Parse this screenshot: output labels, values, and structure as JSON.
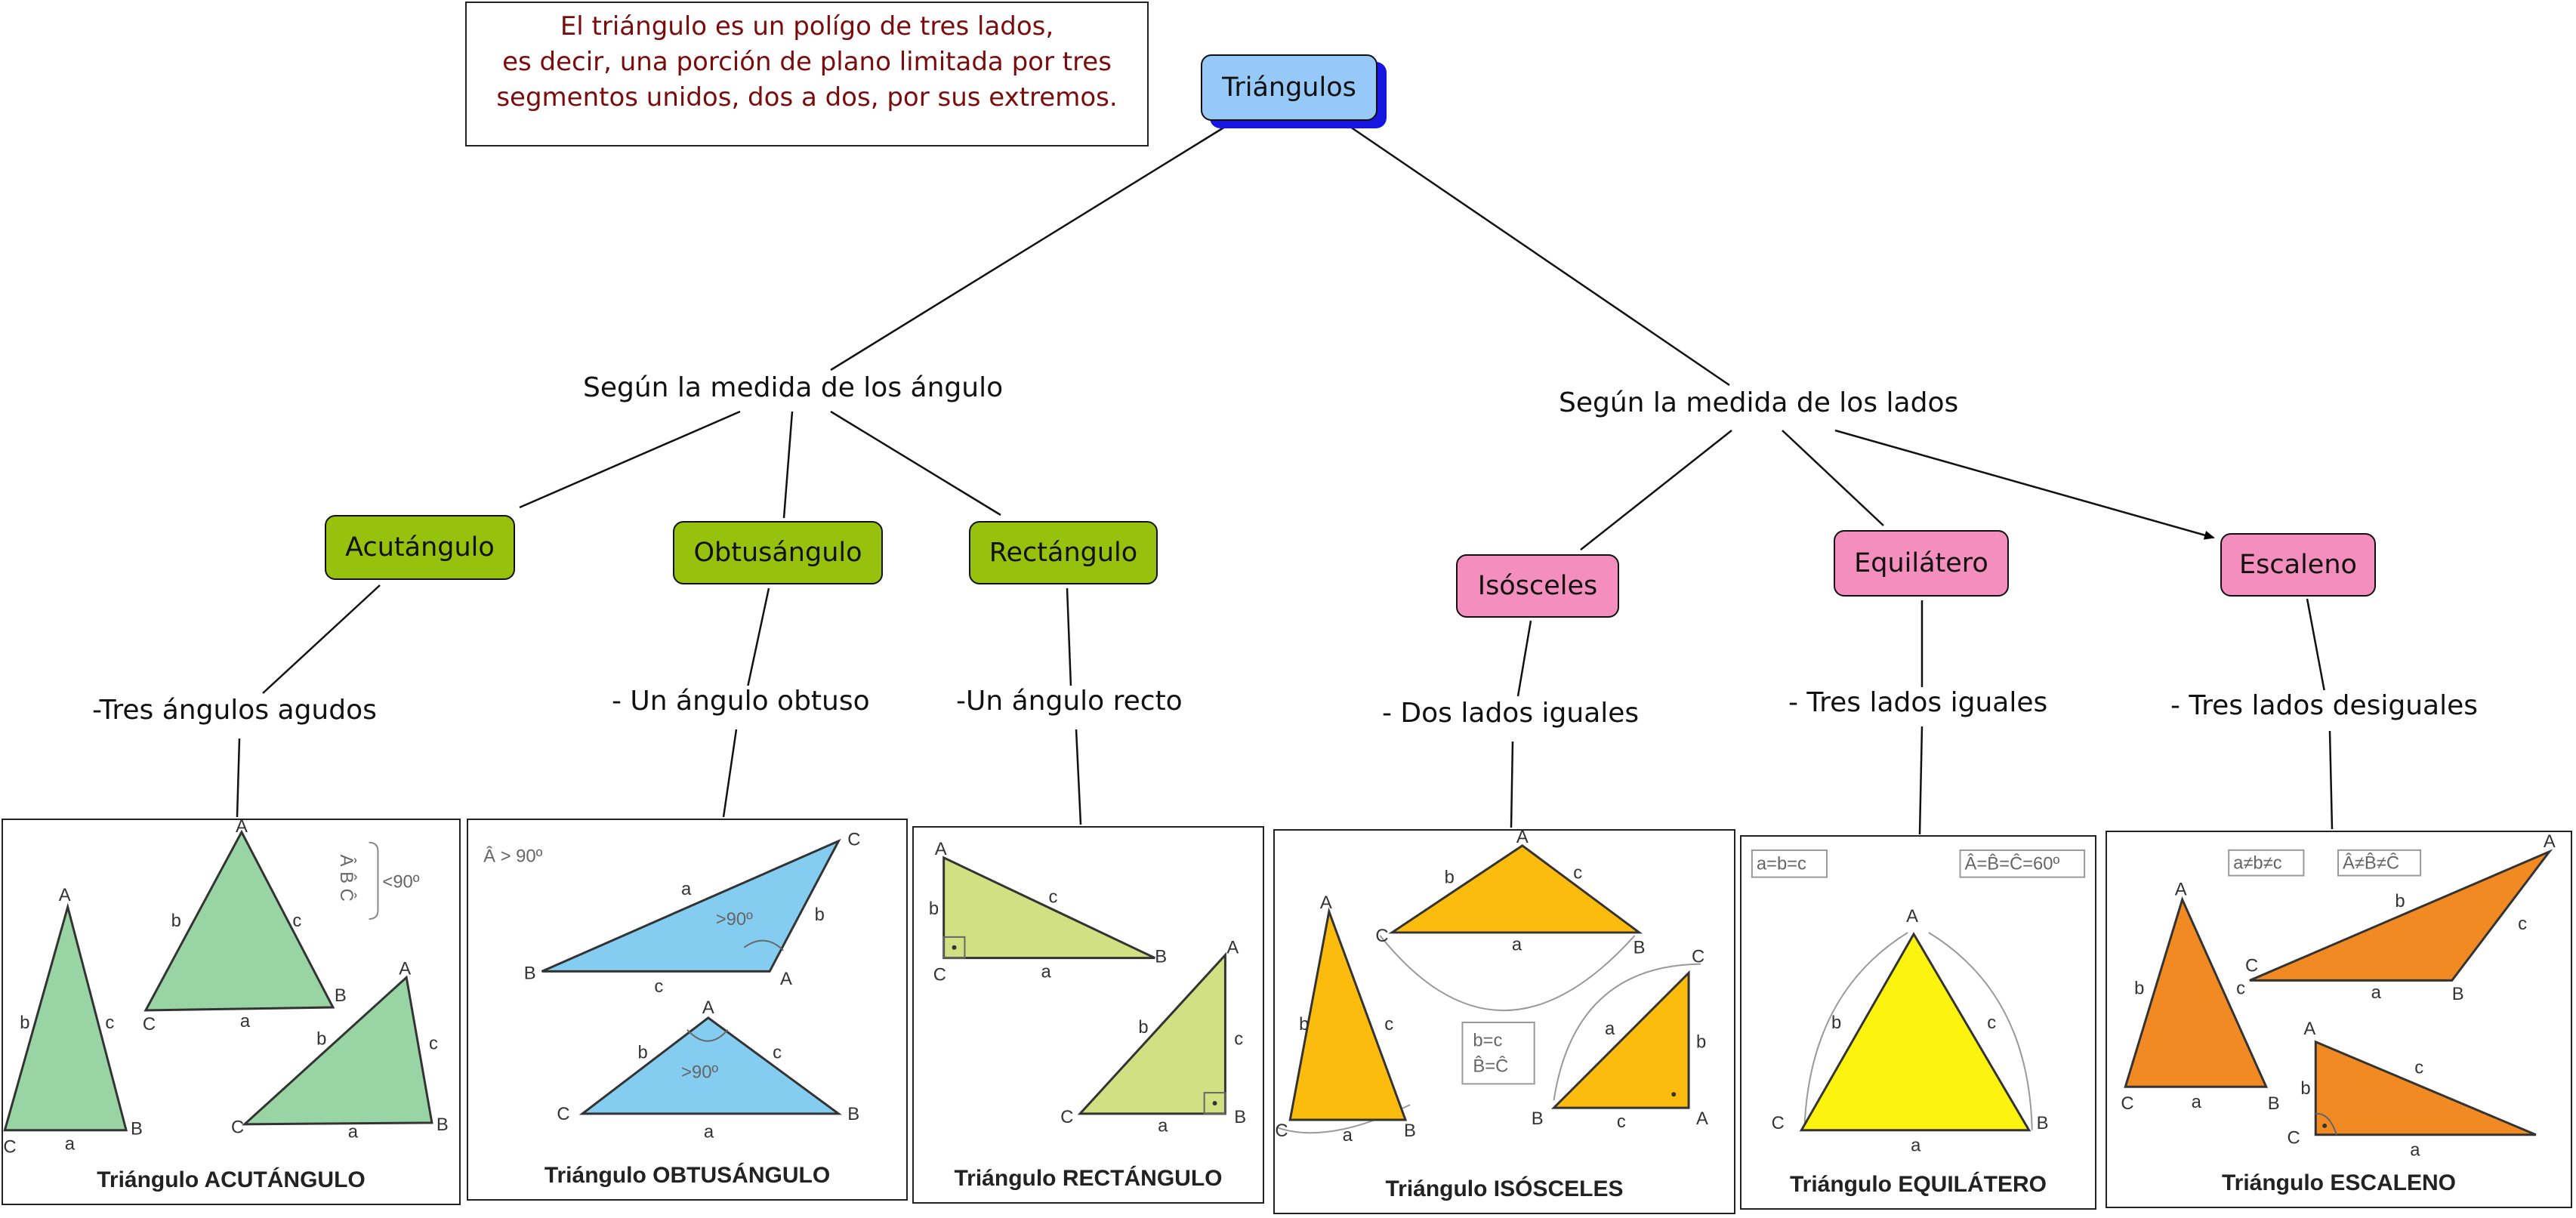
{
  "definition": {
    "line1": "El triángulo es un polígo de tres lados,",
    "line2": "es decir, una porción de plano limitada por tres",
    "line3": "segmentos unidos, dos a dos, por sus extremos."
  },
  "root": {
    "label": "Triángulos"
  },
  "branches": {
    "angles": {
      "label": "Según la medida de los ángulo",
      "acutangulo": {
        "label": "Acutángulo",
        "description": "-Tres ángulos agudos",
        "caption": "Triángulo ACUTÁNGULO"
      },
      "obtusangulo": {
        "label": "Obtusángulo",
        "description": "- Un ángulo obtuso",
        "caption": "Triángulo OBTUSÁNGULO"
      },
      "rectangulo": {
        "label": "Rectángulo",
        "description": "-Un ángulo recto",
        "caption": "Triángulo RECTÁNGULO"
      }
    },
    "sides": {
      "label": "Según la medida de los lados",
      "isosceles": {
        "label": "Isósceles",
        "description": "- Dos lados iguales",
        "caption": "Triángulo ISÓSCELES"
      },
      "equilatero": {
        "label": "Equilátero",
        "description": "- Tres lados iguales",
        "caption": "Triángulo EQUILÁTERO"
      },
      "escaleno": {
        "label": "Escaleno",
        "description": "- Tres lados desiguales",
        "caption": "Triángulo ESCALENO"
      }
    }
  },
  "figure_notes": {
    "acute_angles": "Â  B̂  Ĉ",
    "acute_condition": "<90º",
    "obtuse_condition": "Â > 90º",
    "obtuse_angle_mark": ">90º",
    "isosceles_condition_sides": "b=c",
    "isosceles_condition_angles": "B̂=Ĉ",
    "equilateral_sides": "a=b=c",
    "equilateral_angles": "Â=B̂=Ĉ=60º",
    "scalene_sides": "a≠b≠c",
    "scalene_angles": "Â≠B̂≠Ĉ"
  },
  "colors": {
    "root_fill": "#96c8f8",
    "root_shadow": "#1616e0",
    "angle_node_fill": "#96c20e",
    "side_node_fill": "#f48ebc",
    "definition_text": "#7a0c0c",
    "acute_fill": "#98d4a4",
    "obtuse_fill": "#84cdf0",
    "right_fill": "#d0e082",
    "isosceles_fill": "#fcbc0e",
    "equilateral_fill": "#fcf40e",
    "scalene_fill": "#f28a24"
  }
}
